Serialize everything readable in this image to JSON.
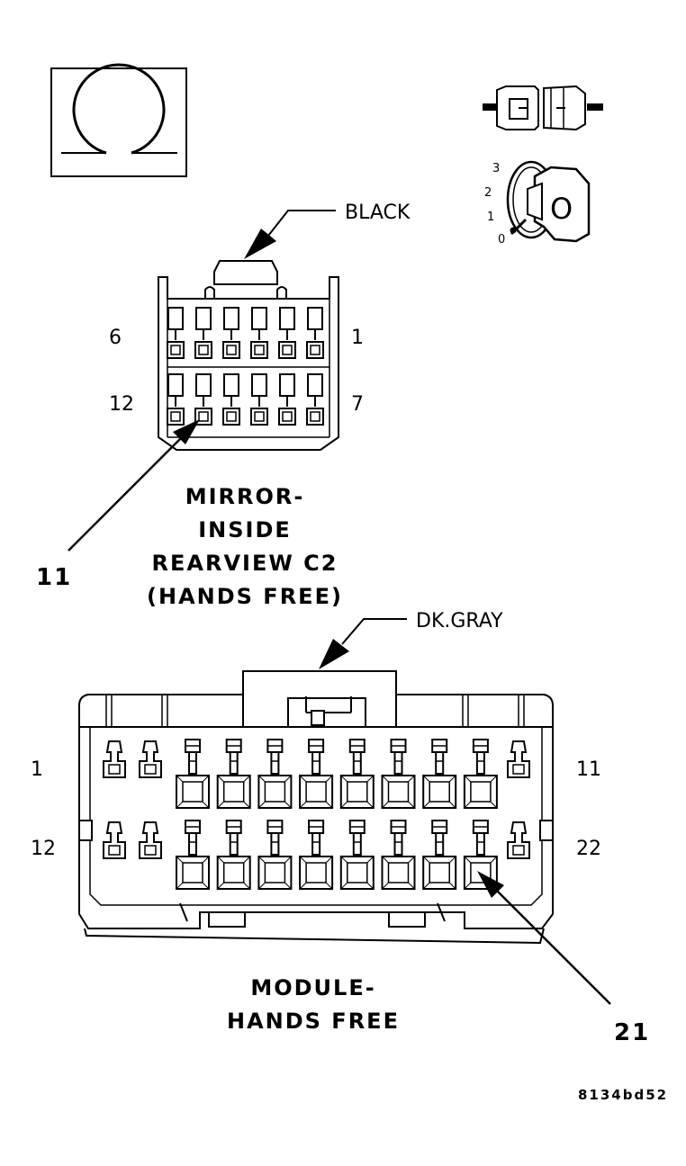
{
  "symbols": {
    "ring_icon": "ring-connector-symbol",
    "plug_icon": "connector-plug-symbol",
    "ignition": {
      "positions": [
        "3",
        "2",
        "1",
        "0"
      ],
      "key_mark": "O"
    }
  },
  "connector_c2": {
    "color_label": "BLACK",
    "pin_labels": {
      "top_left": "6",
      "top_right": "1",
      "bottom_left": "12",
      "bottom_right": "7"
    },
    "callout": "11",
    "title_lines": [
      "MIRROR-",
      "INSIDE",
      "REARVIEW C2",
      "(HANDS FREE)"
    ]
  },
  "connector_module": {
    "color_label": "DK.GRAY",
    "pin_labels": {
      "top_left": "1",
      "top_right": "11",
      "bottom_left": "12",
      "bottom_right": "22"
    },
    "callout": "21",
    "title_lines": [
      "MODULE-",
      "HANDS FREE"
    ]
  },
  "figure_id": "8134bd52"
}
